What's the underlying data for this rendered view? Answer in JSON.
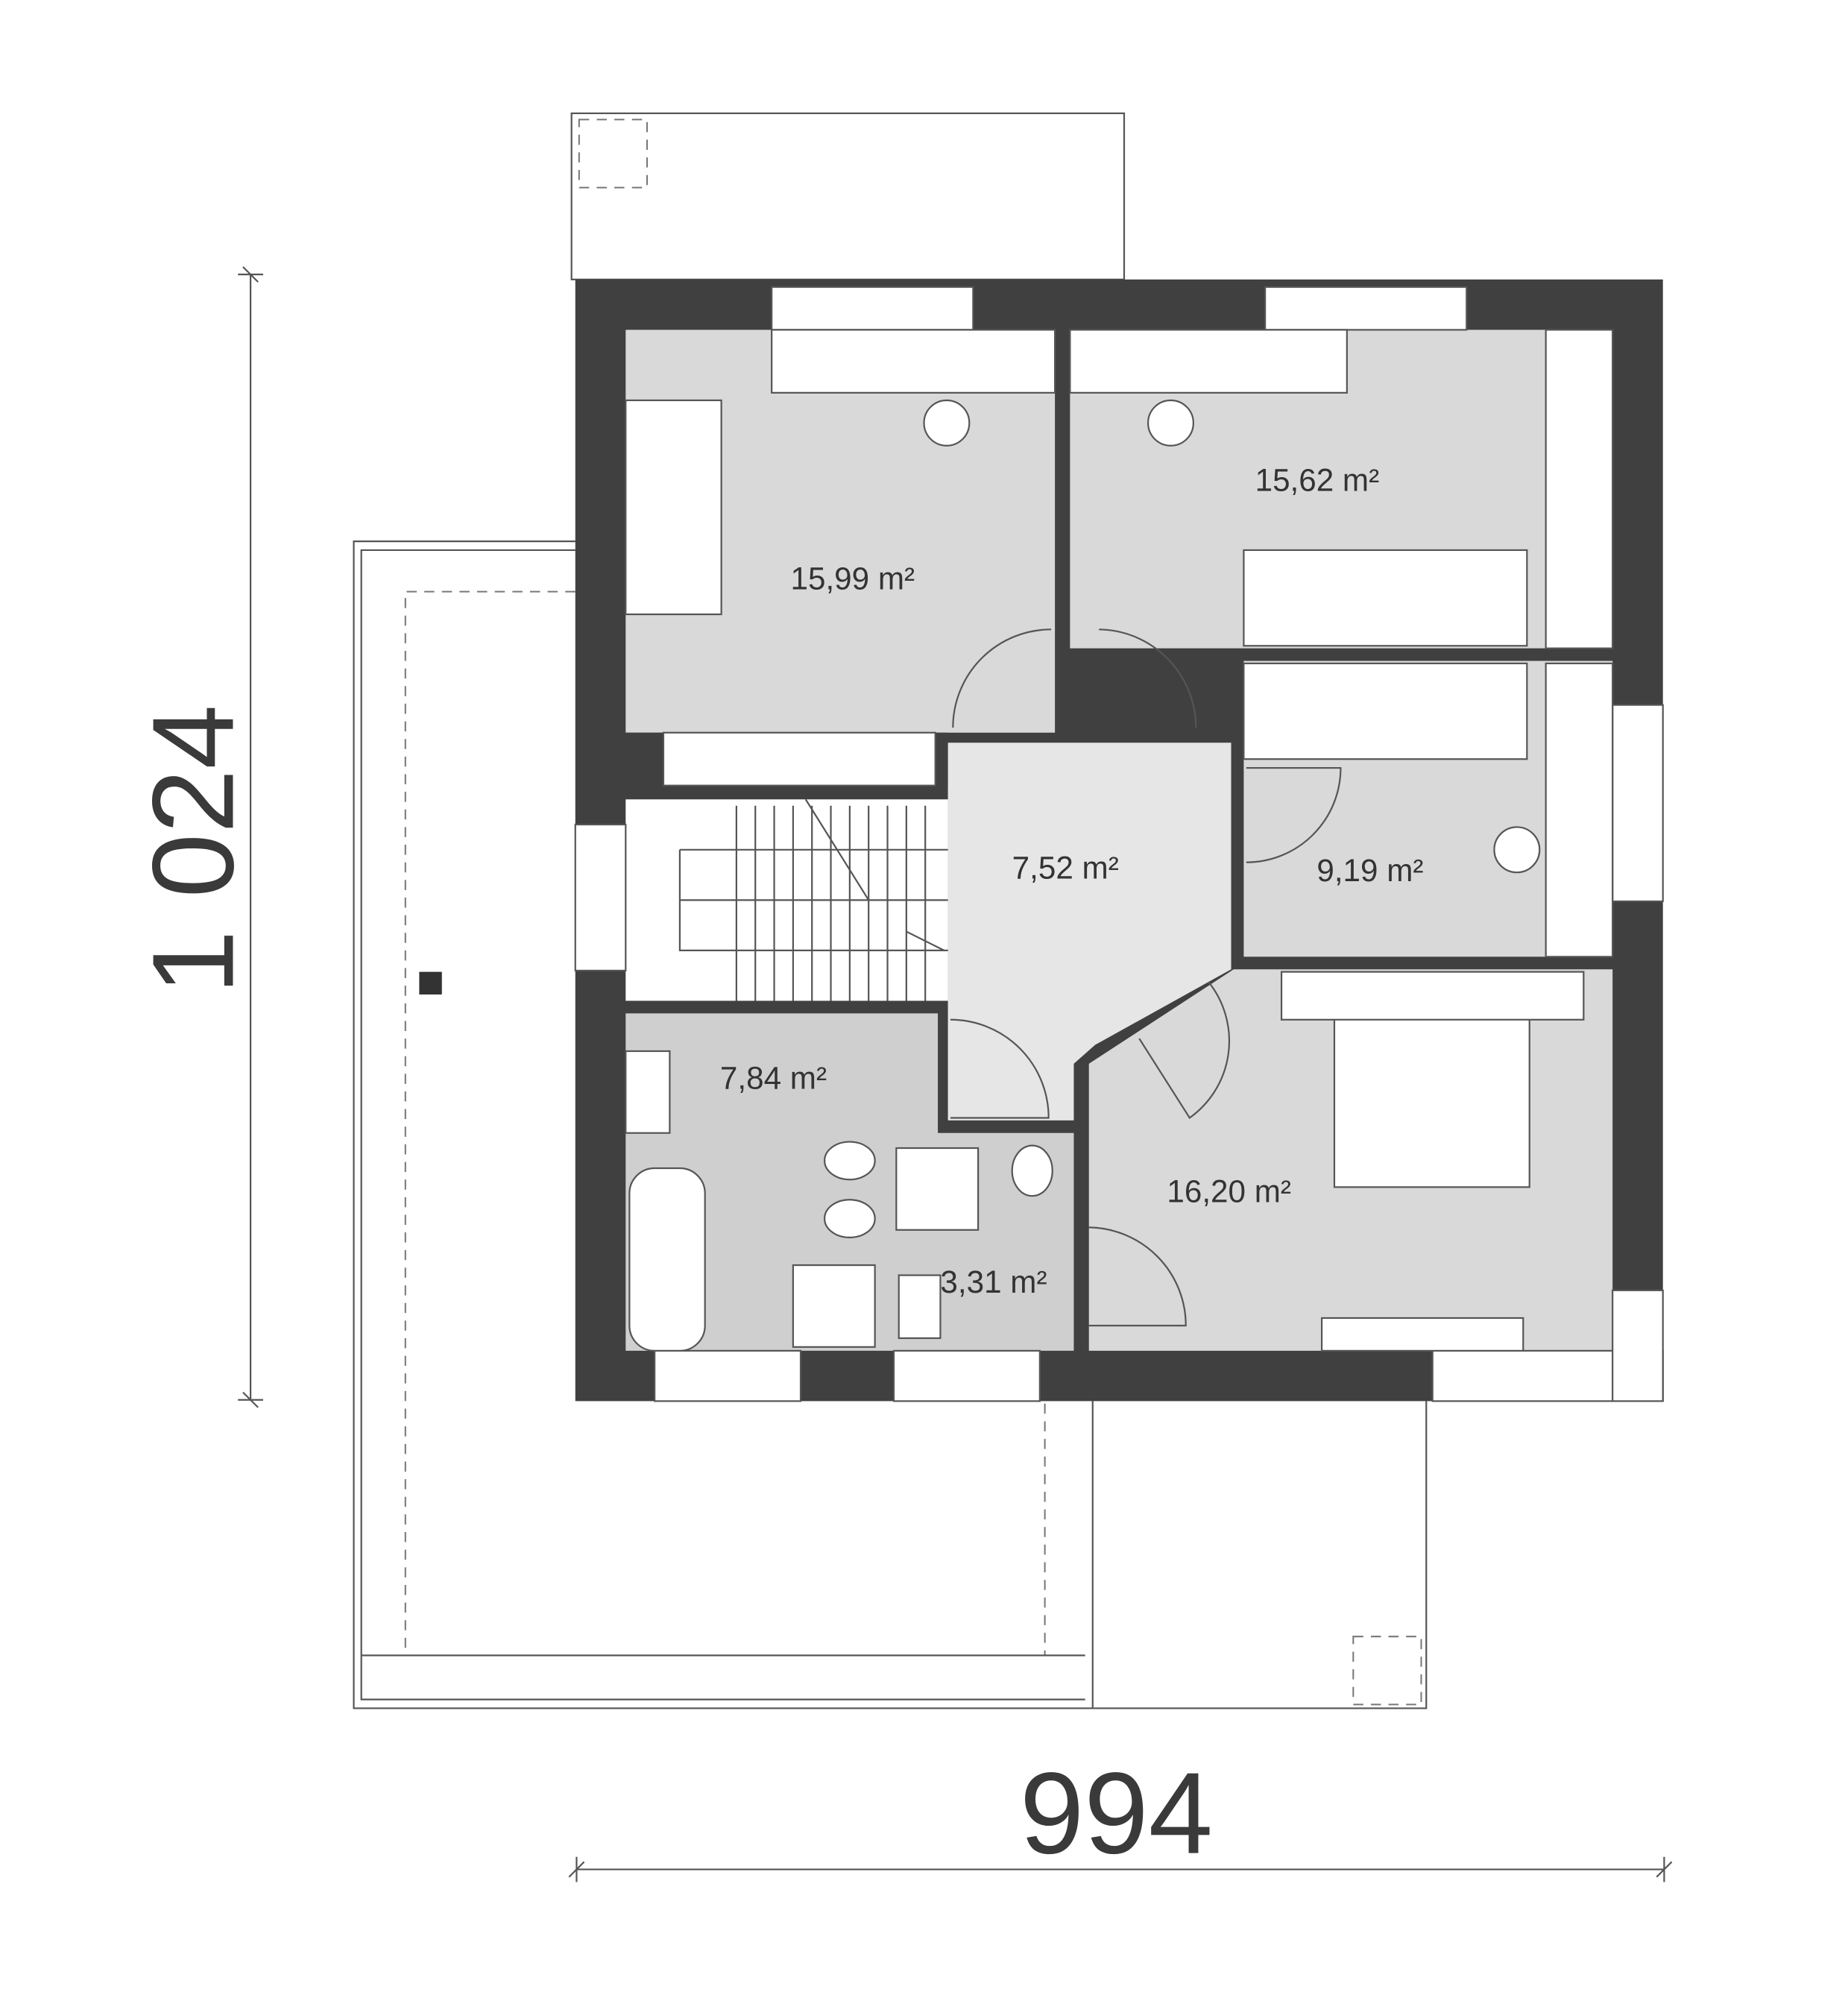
{
  "dimensions": {
    "height_label": "1 024",
    "width_label": "994"
  },
  "rooms": [
    {
      "name": "bedroom-1",
      "area": "15,99 m²"
    },
    {
      "name": "bedroom-2",
      "area": "15,62 m²"
    },
    {
      "name": "bedroom-3",
      "area": "9,19 m²"
    },
    {
      "name": "hall",
      "area": "7,52 m²"
    },
    {
      "name": "bathroom",
      "area": "7,84 m²"
    },
    {
      "name": "wc",
      "area": "3,31 m²"
    },
    {
      "name": "master-bedroom",
      "area": "16,20 m²"
    }
  ],
  "colors": {
    "wall": "#404040",
    "room": "#d9d9d9",
    "hall": "#e6e6e6",
    "bath": "#cfcfcf"
  }
}
